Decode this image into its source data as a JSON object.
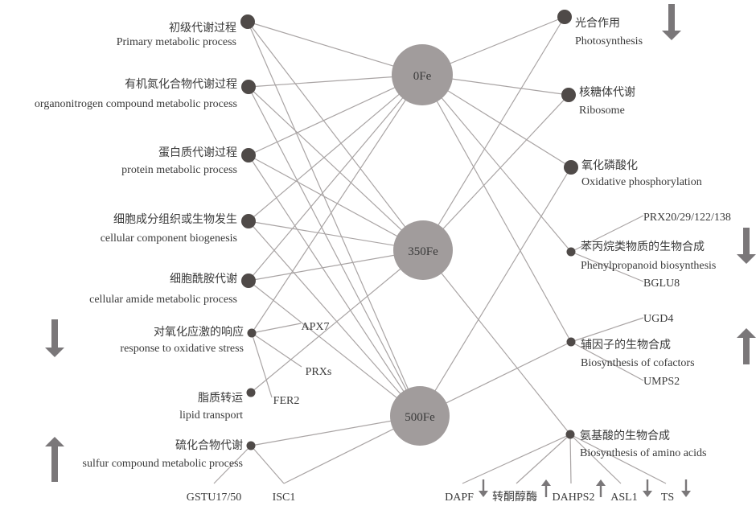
{
  "hubs": [
    {
      "id": "0Fe",
      "label": "0Fe"
    },
    {
      "id": "350Fe",
      "label": "350Fe"
    },
    {
      "id": "500Fe",
      "label": "500Fe"
    }
  ],
  "left_terms": [
    {
      "id": "primary",
      "zh": "初级代谢过程",
      "en": "Primary metabolic process",
      "size": "large",
      "trend": null
    },
    {
      "id": "organonitrogen",
      "zh": "有机氮化合物代谢过程",
      "en": "organonitrogen compound metabolic process",
      "size": "large",
      "trend": null
    },
    {
      "id": "protein",
      "zh": "蛋白质代谢过程",
      "en": "protein metabolic process",
      "size": "large",
      "trend": null
    },
    {
      "id": "biogenesis",
      "zh": "细胞成分组织或生物发生",
      "en": "cellular component biogenesis",
      "size": "large",
      "trend": null
    },
    {
      "id": "amide",
      "zh": "细胞酰胺代谢",
      "en": "cellular amide metabolic process",
      "size": "large",
      "trend": null
    },
    {
      "id": "oxidative_stress",
      "zh": "对氧化应激的响应",
      "en": "response to oxidative stress",
      "size": "small",
      "trend": "down"
    },
    {
      "id": "lipid",
      "zh": "脂质转运",
      "en": "lipid transport",
      "size": "small",
      "trend": null
    },
    {
      "id": "sulfur",
      "zh": "硫化合物代谢",
      "en": "sulfur compound metabolic process",
      "size": "small",
      "trend": "up"
    }
  ],
  "right_terms": [
    {
      "id": "photosynthesis",
      "zh": "光合作用",
      "en": "Photosynthesis",
      "size": "large",
      "trend": "down"
    },
    {
      "id": "ribosome",
      "zh": "核糖体代谢",
      "en": "Ribosome",
      "size": "large",
      "trend": null
    },
    {
      "id": "oxphos",
      "zh": "氧化磷酸化",
      "en": "Oxidative phosphorylation",
      "size": "large",
      "trend": null
    },
    {
      "id": "phenylpropanoid",
      "zh": "苯丙烷类物质的生物合成",
      "en": "Phenylpropanoid biosynthesis",
      "size": "small",
      "trend": "down"
    },
    {
      "id": "cofactors",
      "zh": "辅因子的生物合成",
      "en": "Biosynthesis of cofactors",
      "size": "small",
      "trend": "up"
    },
    {
      "id": "amino_acids",
      "zh": "氨基酸的生物合成",
      "en": "Biosynthesis of amino acids",
      "size": "small",
      "trend": null
    }
  ],
  "genes": [
    {
      "id": "APX7",
      "label": "APX7",
      "term": "oxidative_stress",
      "trend": null
    },
    {
      "id": "PRXs",
      "label": "PRXs",
      "term": "oxidative_stress",
      "trend": null
    },
    {
      "id": "FER2",
      "label": "FER2",
      "term": "oxidative_stress",
      "trend": null
    },
    {
      "id": "GSTU",
      "label": "GSTU17/50",
      "term": "sulfur",
      "trend": null
    },
    {
      "id": "ISC1",
      "label": "ISC1",
      "term": "sulfur",
      "trend": null
    },
    {
      "id": "PRX20",
      "label": "PRX20/29/122/138",
      "term": "phenylpropanoid",
      "trend": null
    },
    {
      "id": "BGLU8",
      "label": "BGLU8",
      "term": "phenylpropanoid",
      "trend": null
    },
    {
      "id": "UGD4",
      "label": "UGD4",
      "term": "cofactors",
      "trend": null
    },
    {
      "id": "UMPS2",
      "label": "UMPS2",
      "term": "cofactors",
      "trend": null
    },
    {
      "id": "DAPF",
      "label": "DAPF",
      "term": "amino_acids",
      "trend": "down"
    },
    {
      "id": "KARI",
      "label": "转酮醇酶",
      "term": "amino_acids",
      "trend": "up"
    },
    {
      "id": "DAHPS2",
      "label": "DAHPS2",
      "term": "amino_acids",
      "trend": "up"
    },
    {
      "id": "ASL1",
      "label": "ASL1",
      "term": "amino_acids",
      "trend": "down"
    },
    {
      "id": "TS",
      "label": "TS",
      "term": "amino_acids",
      "trend": "down"
    }
  ],
  "edges": [
    [
      "primary",
      "0Fe"
    ],
    [
      "primary",
      "350Fe"
    ],
    [
      "primary",
      "500Fe"
    ],
    [
      "organonitrogen",
      "0Fe"
    ],
    [
      "organonitrogen",
      "350Fe"
    ],
    [
      "organonitrogen",
      "500Fe"
    ],
    [
      "protein",
      "0Fe"
    ],
    [
      "protein",
      "350Fe"
    ],
    [
      "protein",
      "500Fe"
    ],
    [
      "biogenesis",
      "0Fe"
    ],
    [
      "biogenesis",
      "350Fe"
    ],
    [
      "biogenesis",
      "500Fe"
    ],
    [
      "amide",
      "0Fe"
    ],
    [
      "amide",
      "350Fe"
    ],
    [
      "amide",
      "500Fe"
    ],
    [
      "oxidative_stress",
      "0Fe"
    ],
    [
      "lipid",
      "350Fe"
    ],
    [
      "sulfur",
      "500Fe"
    ],
    [
      "ISC1",
      "500Fe"
    ],
    [
      "photosynthesis",
      "0Fe"
    ],
    [
      "photosynthesis",
      "350Fe"
    ],
    [
      "ribosome",
      "0Fe"
    ],
    [
      "ribosome",
      "350Fe"
    ],
    [
      "oxphos",
      "0Fe"
    ],
    [
      "oxphos",
      "500Fe"
    ],
    [
      "phenylpropanoid",
      "0Fe"
    ],
    [
      "cofactors",
      "0Fe"
    ],
    [
      "cofactors",
      "500Fe"
    ],
    [
      "amino_acids",
      "350Fe"
    ]
  ]
}
